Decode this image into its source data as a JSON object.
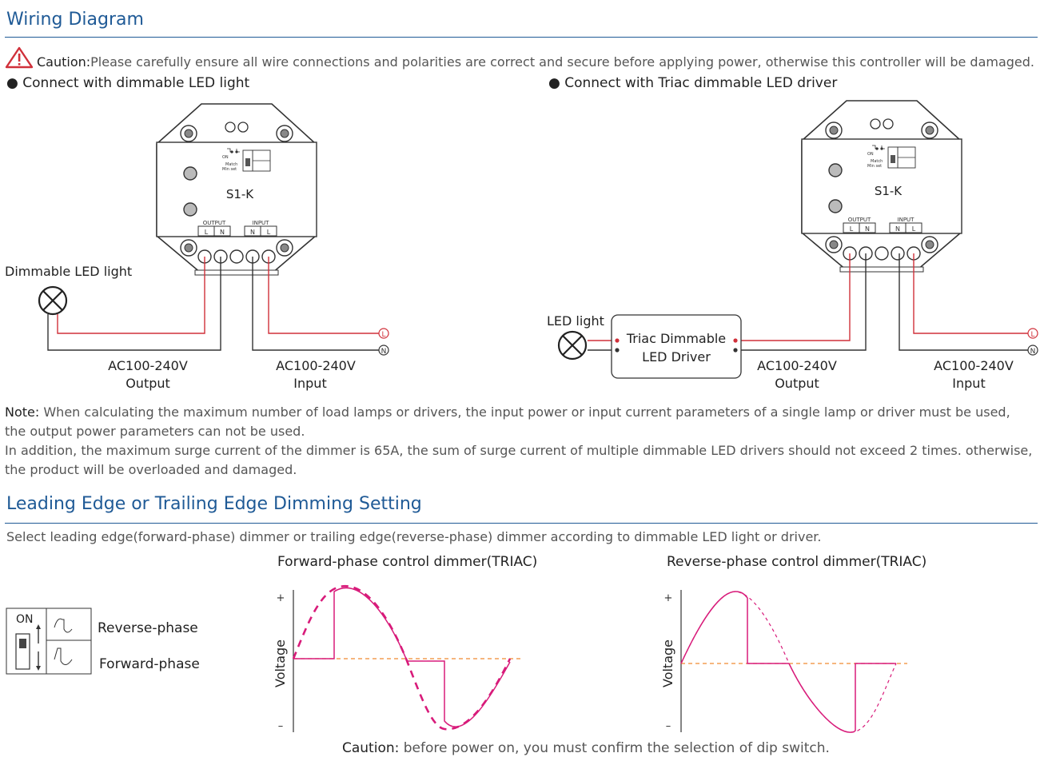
{
  "section1": {
    "title": "Wiring Diagram",
    "caution_label": "Caution:",
    "caution_text": "Please carefully ensure all wire connections and polarities are correct and secure before applying power, otherwise this controller will be damaged.",
    "bullet_left": "● Connect with dimmable LED light",
    "bullet_right": "● Connect with Triac dimmable LED driver"
  },
  "device": {
    "model": "S1-K",
    "output_label": "OUTPUT",
    "input_label": "INPUT",
    "term_L": "L",
    "term_N": "N",
    "dip_on": "ON",
    "dip_match": "Match",
    "dip_minset": "Min set"
  },
  "left_diagram": {
    "load_label": "Dimmable LED light",
    "output_voltage": "AC100-240V",
    "output_caption": "Output",
    "input_voltage": "AC100-240V",
    "input_caption": "Input",
    "line_marker": "L",
    "neutral_marker": "N"
  },
  "right_diagram": {
    "load_label": "LED light",
    "driver_line1": "Triac Dimmable",
    "driver_line2": "LED Driver",
    "output_voltage": "AC100-240V",
    "output_caption": "Output",
    "input_voltage": "AC100-240V",
    "input_caption": "Input",
    "line_marker": "L",
    "neutral_marker": "N"
  },
  "note": {
    "label": "Note:",
    "line1": "When calculating the maximum number of load lamps or drivers, the input power or input current parameters of a single lamp or driver must be used,",
    "line2": "the output power parameters can not be used.",
    "line3": "In addition, the maximum surge current of the dimmer is 65A, the sum of surge current of multiple dimmable LED drivers should not exceed 2 times. otherwise,",
    "line4": "the product will be overloaded and damaged."
  },
  "section2": {
    "title": "Leading Edge or Trailing Edge Dimming Setting",
    "intro": "Select leading edge(forward-phase) dimmer or trailing edge(reverse-phase) dimmer according to dimmable LED light or driver.",
    "dip_on": "ON",
    "reverse_label": "Reverse-phase",
    "forward_label": "Forward-phase",
    "graph_left_title": "Forward-phase  control dimmer(TRIAC)",
    "graph_right_title": "Reverse-phase  control dimmer(TRIAC)",
    "axis_label": "Voltage",
    "plus": "+",
    "minus": "–",
    "caution_label": "Caution:",
    "caution_text": " before power on, you must confirm the selection of dip switch."
  },
  "colors": {
    "heading": "#1f5a96",
    "red_wire": "#d0303a",
    "sine": "#d81b7a",
    "dashed_axis": "#f08a30",
    "dark_wire": "#333333"
  }
}
